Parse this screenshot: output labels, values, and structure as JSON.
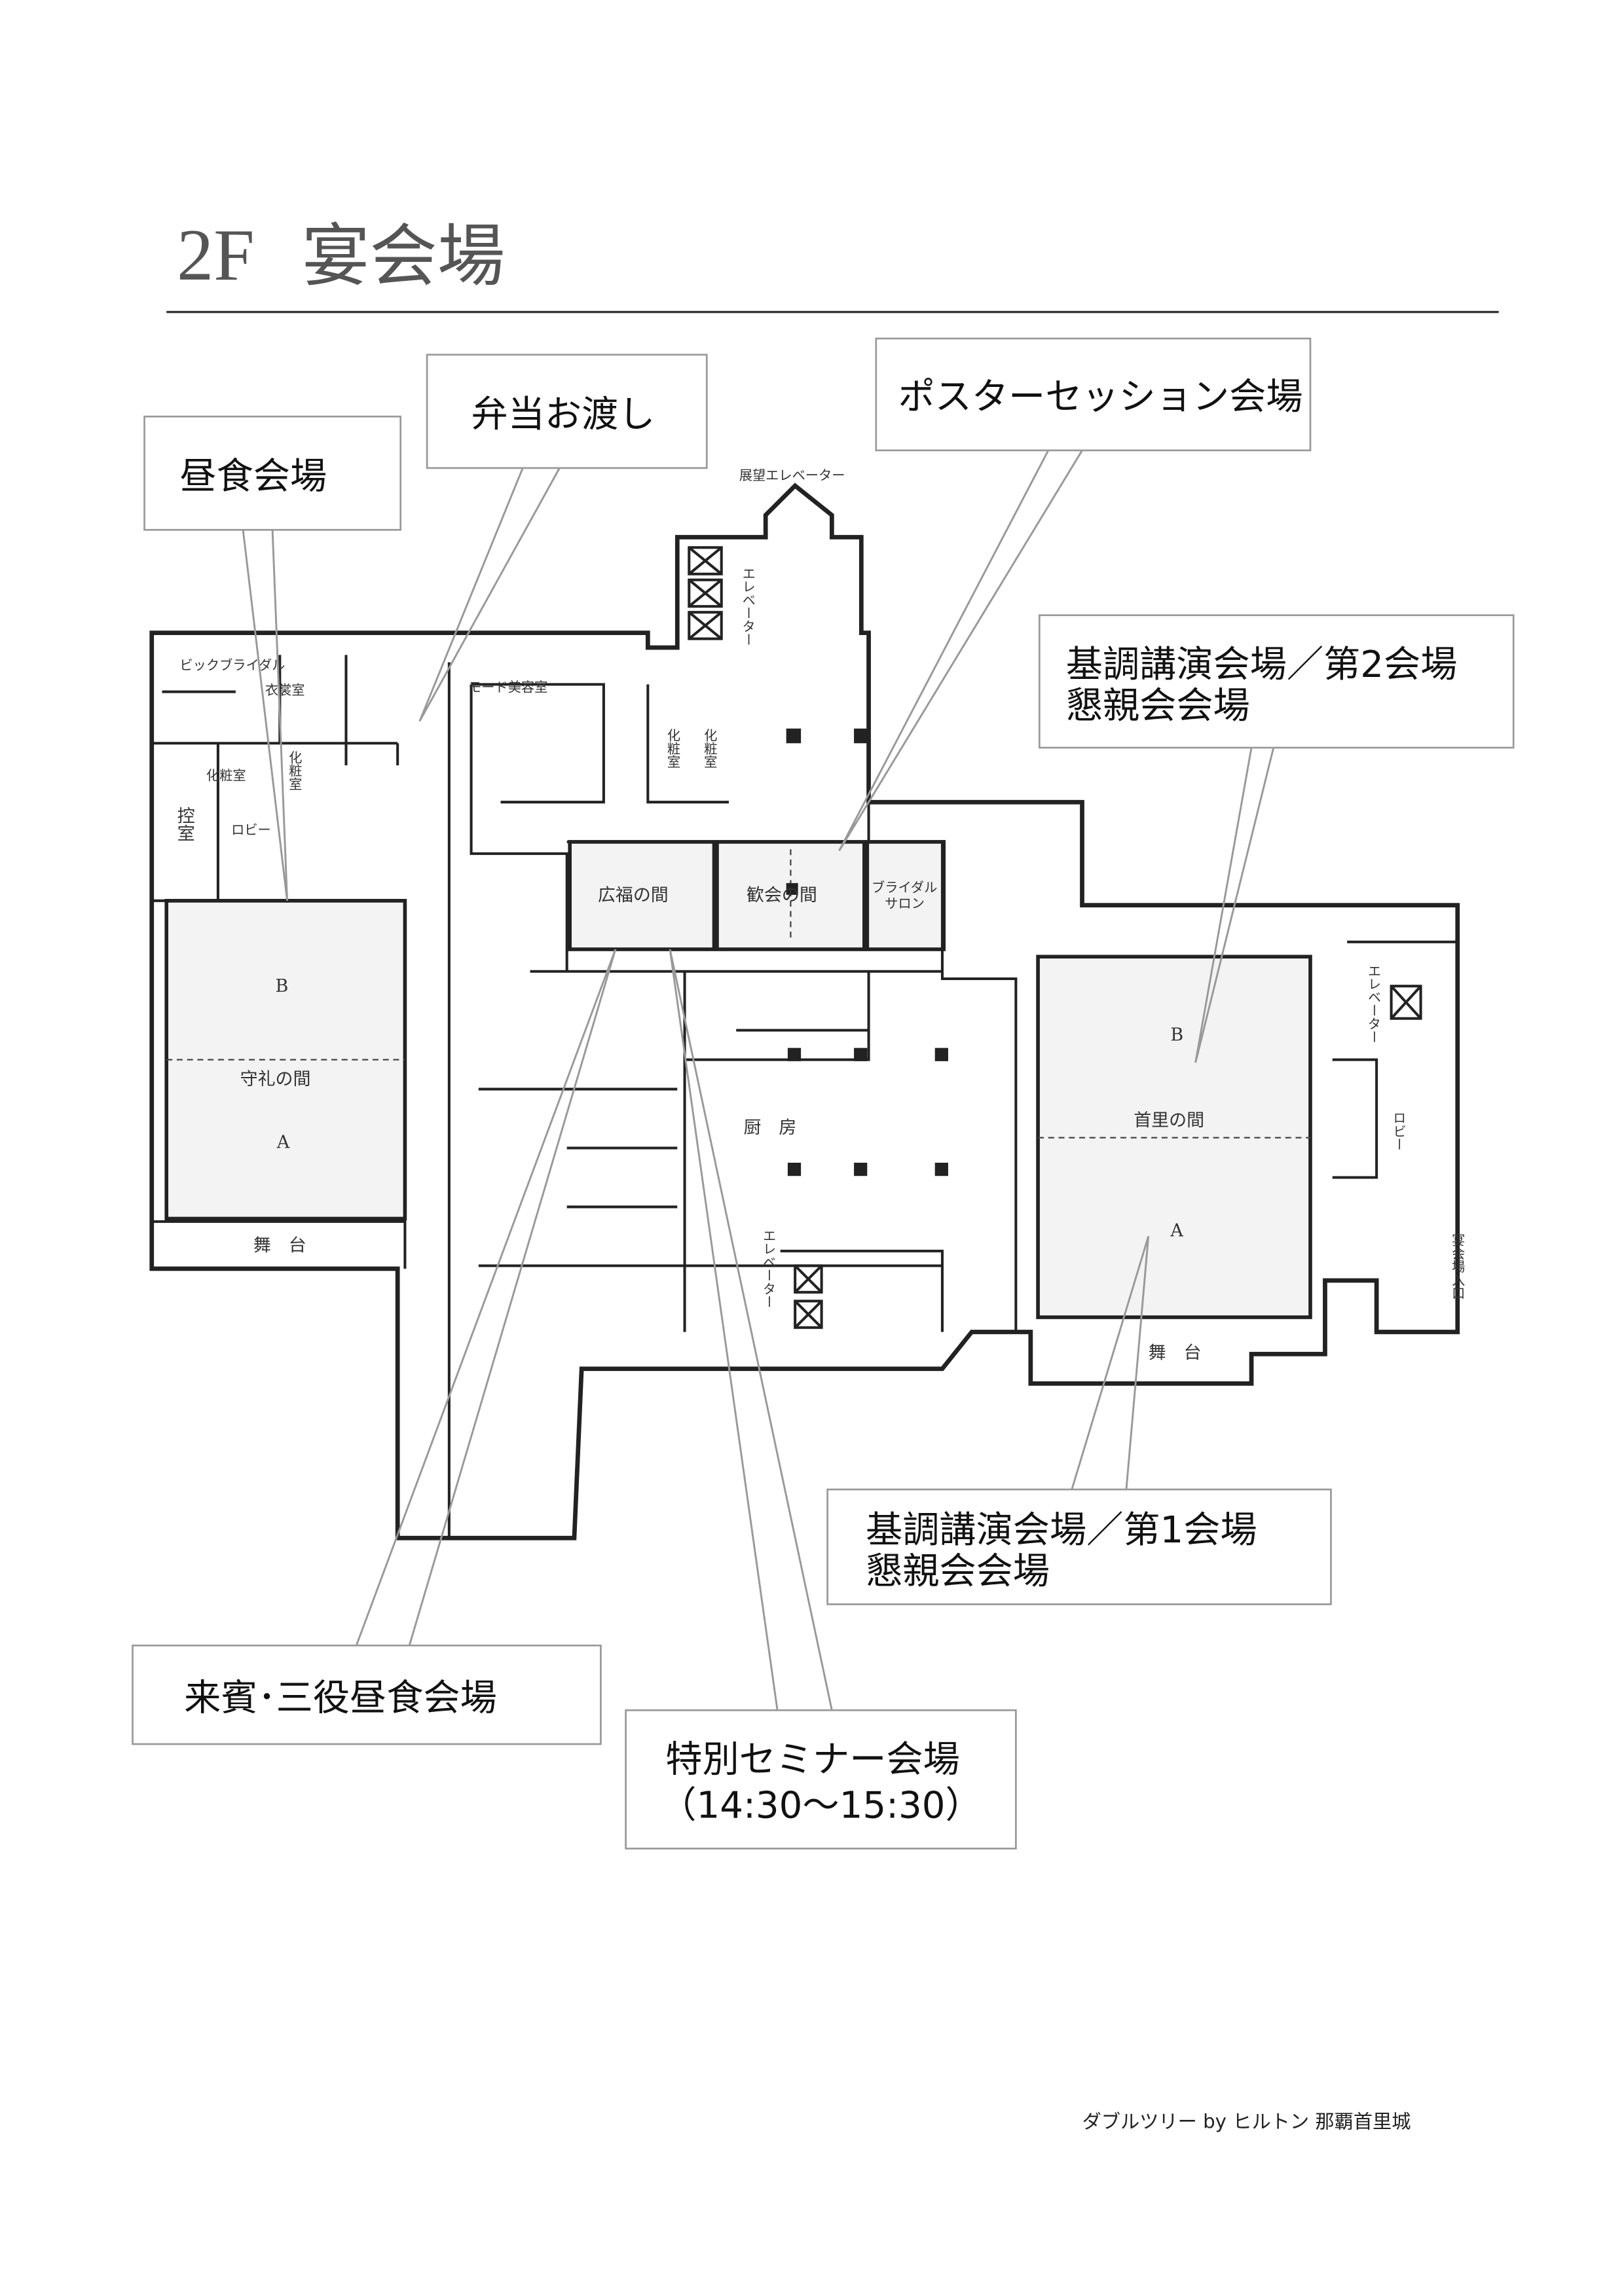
{
  "header": {
    "floor": "2F",
    "title": "宴会場"
  },
  "callouts": {
    "lunch": "昼食会場",
    "bento": "弁当お渡し",
    "poster": "ポスターセッション会場",
    "keynote2_line1": "基調講演会場／第2会場",
    "keynote2_line2": "懇親会会場",
    "keynote1_line1": "基調講演会場／第1会場",
    "keynote1_line2": "懇親会会場",
    "guest": "来賓･三役昼食会場",
    "seminar_line1": "特別セミナー会場",
    "seminar_line2": "（14:30～15:30）"
  },
  "rooms": {
    "bridal_dress_1": "ビックブライダル",
    "bridal_dress_2": "衣裳室",
    "powder_a": "化粧室",
    "powder_b": "化粧室",
    "powder_c": "化粧室",
    "powder_d": "化粧室",
    "waiting": "控室",
    "lobby_left": "ロビー",
    "shurei": "守礼の間",
    "shurei_a": "A",
    "shurei_b": "B",
    "stage_left": "舞　台",
    "mode_salon": "モード美容室",
    "observation_elevator": "展望エレベーター",
    "elevator_top": "エレベーター",
    "elevator_mid": "エレベーター",
    "elevator_right": "エレベーター",
    "koufuku": "広福の間",
    "kankai": "歓会の間",
    "bridal_salon_1": "ブライダル",
    "bridal_salon_2": "サロン",
    "kitchen": "厨　房",
    "shuri": "首里の間",
    "shuri_a": "A",
    "shuri_b": "B",
    "stage_right": "舞　台",
    "lobby_right": "ロビー",
    "banquet_entrance": "宴会場入口"
  },
  "footer": {
    "venue": "ダブルツリー by ヒルトン 那覇首里城"
  }
}
